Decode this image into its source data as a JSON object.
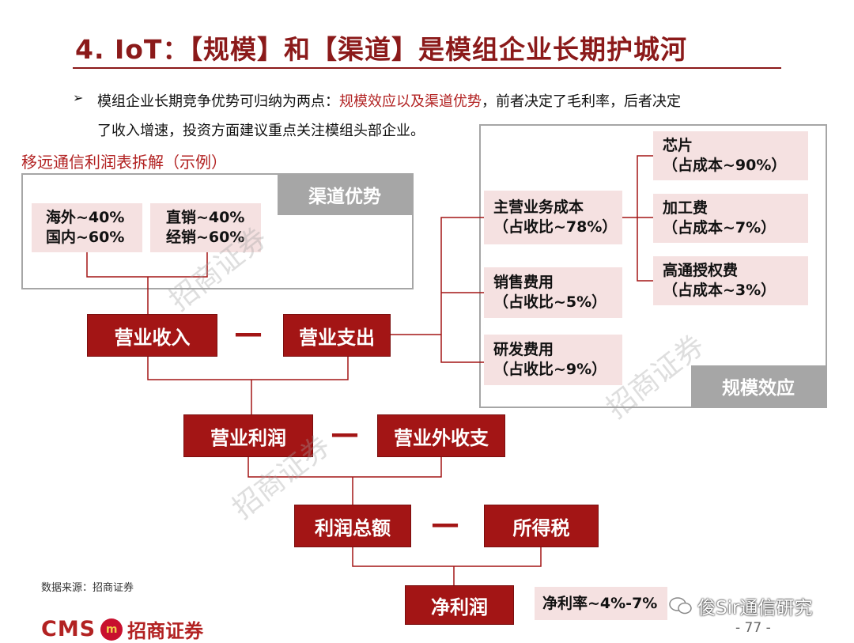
{
  "title": "4. IoT：【规模】和【渠道】是模组企业长期护城河",
  "bullet": {
    "arrow": "➢",
    "line1_pre": "模组企业长期竞争优势可归纳为两点：",
    "line1_highlight": "规模效应以及渠道优势",
    "line1_post": "，前者决定了毛利率，后者决定",
    "line2": "了收入增速，投资方面建议重点关注模组头部企业。"
  },
  "diagram_caption": "移远通信利润表拆解（示例）",
  "channel_panel": {
    "label": "渠道优势",
    "box1": [
      "海外~40%",
      "国内~60%"
    ],
    "box2": [
      "直销~40%",
      "经销~60%"
    ]
  },
  "scale_panel": {
    "label": "规模效应",
    "main_cost": [
      "主营业务成本",
      "（占收比~78%）"
    ],
    "sales_exp": [
      "销售费用",
      "（占收比~5%）"
    ],
    "rd_exp": [
      "研发费用",
      "（占收比~9%）"
    ],
    "chip": [
      "芯片",
      "（占成本~90%）"
    ],
    "processing": [
      "加工费",
      "（占成本~7%）"
    ],
    "qualcomm": [
      "高通授权费",
      "（占成本~3%）"
    ]
  },
  "flow": {
    "revenue": "营业收入",
    "expense": "营业支出",
    "op_profit": "营业利润",
    "non_op": "营业外收支",
    "total_profit": "利润总额",
    "income_tax": "所得税",
    "net_profit": "净利润",
    "net_margin": "净利率~4%-7%",
    "minus": "—"
  },
  "watermark": "招商证券",
  "source": "数据来源：招商证券",
  "logo": {
    "cms": "CMS",
    "badge": "m",
    "cn": "招商证券"
  },
  "wechat": "俊Sir通信研究",
  "page_number": "- 77 -"
}
